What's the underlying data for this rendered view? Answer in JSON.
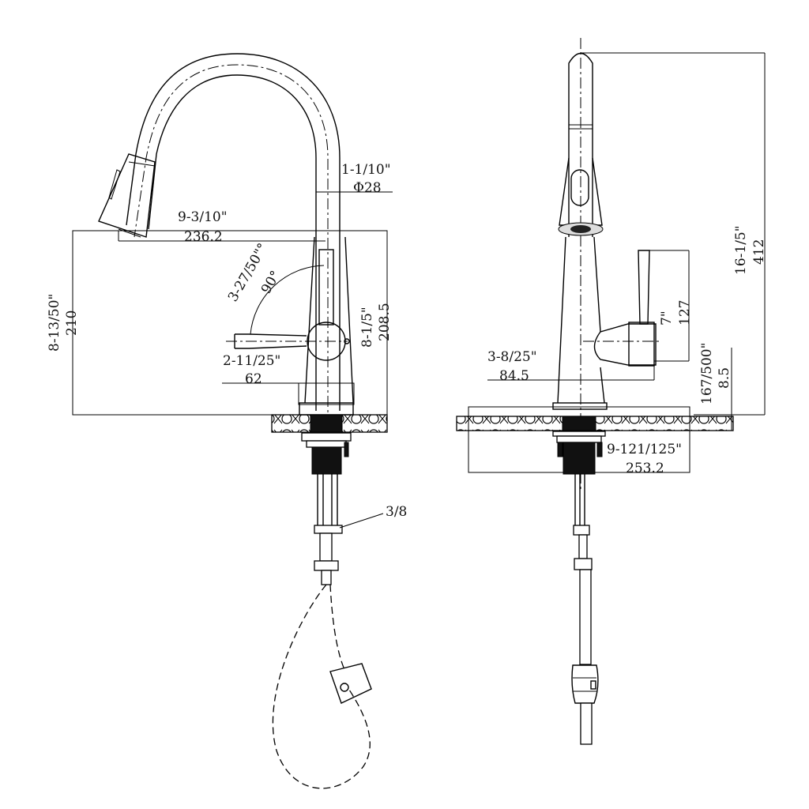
{
  "colors": {
    "line": "#000000",
    "background": "#ffffff"
  },
  "side_view": {
    "spout_diameter_in": "1-1/10\"",
    "spout_diameter_mm": "Φ28",
    "reach_in": "9-3/10\"",
    "reach_mm": "236.2",
    "spout_height_in": "8-13/50\"",
    "spout_height_mm": "210",
    "handle_swing_in": "3-27/50\"°",
    "handle_swing_angle": "90°",
    "handle_height_in": "8-1/5\"",
    "handle_height_mm": "208.5",
    "handle_length_in": "2-11/25\"",
    "handle_length_mm": "62",
    "connector_size": "3/8"
  },
  "front_view": {
    "total_height_in": "16-1/5\"",
    "total_height_mm": "412",
    "handle_reach_in": "7\"",
    "handle_reach_mm": "127",
    "body_offset_in": "3-8/25\"",
    "body_offset_mm": "84.5",
    "base_height_in": "167/500\"",
    "base_height_mm": "8.5",
    "shank_length_in": "9-121/125\"",
    "shank_length_mm": "253.2"
  }
}
